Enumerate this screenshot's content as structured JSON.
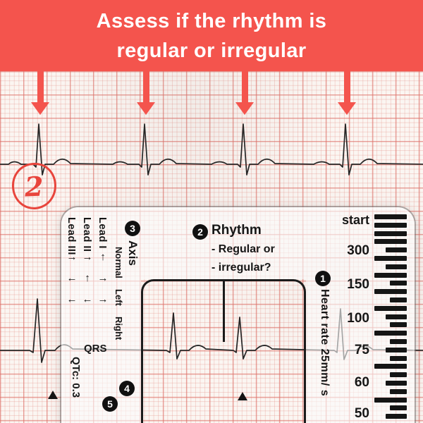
{
  "banner": {
    "line1": "Assess if the rhythm is",
    "line2": "regular or irregular"
  },
  "colors": {
    "banner_bg": "#F4544D",
    "arrow_red": "#F4544D",
    "annotation_red": "#E8453C",
    "grid_pink": "#DD6E66",
    "ruler_ink": "#161616"
  },
  "annotation": {
    "step": "2"
  },
  "ruler": {
    "leads": [
      "Lead III",
      "Lead II",
      "Lead I"
    ],
    "axis_badge": "3",
    "axis_label": "Axis",
    "axis_options": [
      "Normal",
      "Left",
      "Right"
    ],
    "axis_arrows": [
      "→",
      "→",
      "↑",
      "←",
      "↑",
      "→",
      "←",
      "←",
      "→"
    ],
    "qrs_label": "QRS",
    "qtc_label": "QTc: 0.3",
    "rhythm_badge": "2",
    "rhythm_label": "Rhythm",
    "rhythm_line1": "- Regular or",
    "rhythm_line2": "- irregular?",
    "start_label": "start",
    "rate_badge": "1",
    "rate_label": "Heart rate 25mm/ s",
    "scale": [
      "300",
      "150",
      "100",
      "75",
      "60",
      "50"
    ],
    "badge4": "4",
    "badge5": "5",
    "tick_widths": [
      46,
      46,
      46,
      46,
      30,
      46,
      30,
      46,
      24,
      46,
      24,
      46,
      30,
      24,
      46,
      24,
      30,
      24,
      46,
      24,
      30,
      24,
      46,
      24,
      30
    ]
  }
}
